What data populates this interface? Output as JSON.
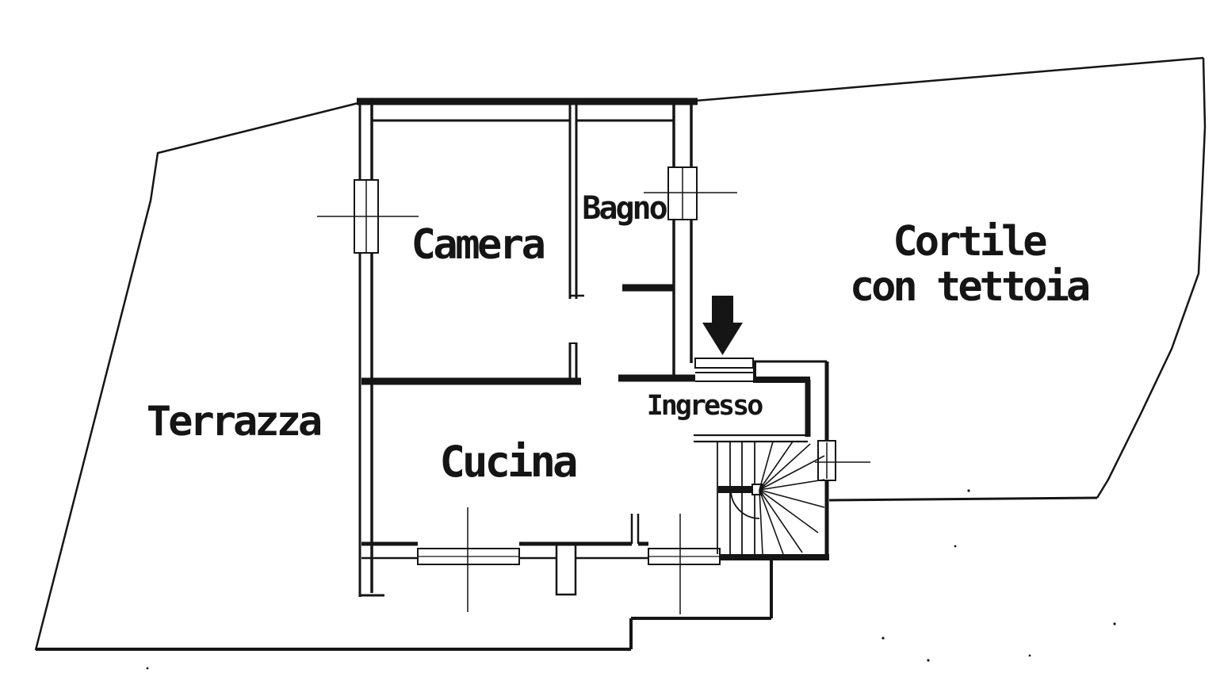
{
  "colors": {
    "background": "#ffffff",
    "ink": "#151515"
  },
  "plan": {
    "labels": {
      "camera": "Camera",
      "bagno": "Bagno",
      "cucina": "Cucina",
      "ingresso": "Ingresso",
      "terrazza": "Terrazza",
      "cortile_line1": "Cortile",
      "cortile_line2": "con tettoia"
    },
    "icons": {
      "entrance_arrow": "filled-down-arrow"
    }
  }
}
